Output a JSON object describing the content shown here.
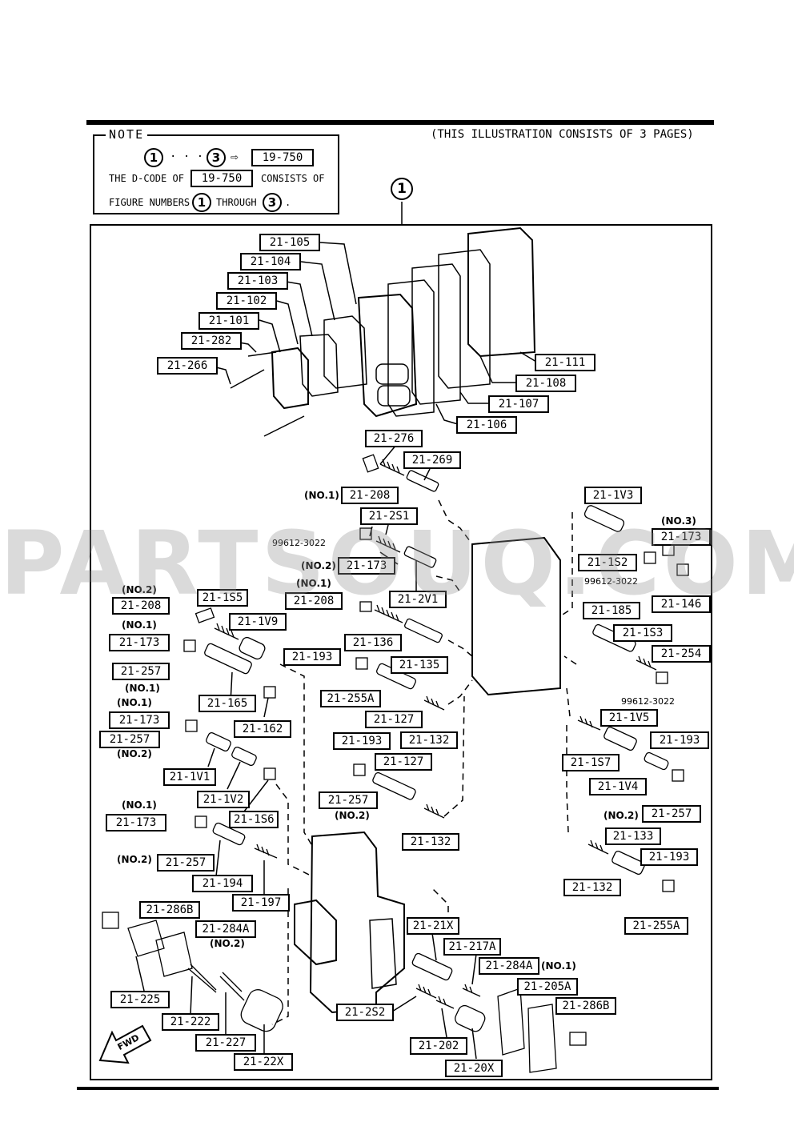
{
  "note": {
    "title": "NOTE",
    "circle1": "1",
    "dots": "· · ·",
    "circle3": "3",
    "arrow": "⇨",
    "code": "19-750",
    "line2_a": "THE D-CODE OF",
    "line2_code": "19-750",
    "line2_b": "CONSISTS OF",
    "line3_a": "FIGURE NUMBERS",
    "line3_c1": "1",
    "line3_b": "THROUGH",
    "line3_c3": "3",
    "line3_end": "."
  },
  "header": "(THIS ILLUSTRATION CONSISTS OF  3 PAGES)",
  "figure_number": "1",
  "watermark": "PARTSOUQ.COM",
  "fwd_label": "FWD",
  "codes": {
    "c105": "21-105",
    "c104": "21-104",
    "c103": "21-103",
    "c102": "21-102",
    "c101": "21-101",
    "c282": "21-282",
    "c266": "21-266",
    "c111": "21-111",
    "c108": "21-108",
    "c107": "21-107",
    "c106": "21-106",
    "c276": "21-276",
    "c269": "21-269",
    "c208a": "21-208",
    "c2s1": "21-2S1",
    "c173a": "21-173",
    "c2v1": "21-2V1",
    "c208b": "21-208",
    "c208c": "21-208",
    "c1s5": "21-1S5",
    "c1v9": "21-1V9",
    "c136": "21-136",
    "c173b": "21-173",
    "c257a": "21-257",
    "c193a": "21-193",
    "c135": "21-135",
    "c165": "21-165",
    "c255a": "21-255A",
    "c127a": "21-127",
    "c162": "21-162",
    "c173c": "21-173",
    "c257b": "21-257",
    "c132a": "21-132",
    "c193b": "21-193",
    "c127b": "21-127",
    "c1v1": "21-1V1",
    "c1v2": "21-1V2",
    "c257c": "21-257",
    "c1s6": "21-1S6",
    "c132b": "21-132",
    "c173d": "21-173",
    "c257d": "21-257",
    "c194": "21-194",
    "c197": "21-197",
    "c286b_a": "21-286B",
    "c284a_a": "21-284A",
    "c225": "21-225",
    "c222": "21-222",
    "c227": "21-227",
    "c22x": "21-22X",
    "c21x": "21-21X",
    "c217a": "21-217A",
    "c284a_b": "21-284A",
    "c205a": "21-205A",
    "c286b_b": "21-286B",
    "c2s2": "21-2S2",
    "c202": "21-202",
    "c20x": "21-20X",
    "c1v3": "21-1V3",
    "c173e": "21-173",
    "c1s2": "21-1S2",
    "c146": "21-146",
    "c185": "21-185",
    "c1s3": "21-1S3",
    "c254": "21-254",
    "c1v5": "21-1V5",
    "c193c": "21-193",
    "c1s7": "21-1S7",
    "c1v4": "21-1V4",
    "c257e": "21-257",
    "c133": "21-133",
    "c193d": "21-193",
    "c132c": "21-132",
    "c255a_b": "21-255A"
  },
  "labels": {
    "no1_a": "(NO.1)",
    "no2_a": "(NO.2)",
    "no2_b": "(NO.2)",
    "no1_b": "(NO.1)",
    "no1_c": "(NO.1)",
    "no1_d": "(NO.1)",
    "no1_e": "(NO.1)",
    "no2_c": "(NO.2)",
    "no2_d": "(NO.2)",
    "no1_f": "(NO.1)",
    "no2_e": "(NO.2)",
    "no2_f": "(NO.2)",
    "no1_g": "(NO.1)",
    "no3": "(NO.3)",
    "no2_g": "(NO.2)"
  },
  "part_numbers": {
    "p1": "99612-3022",
    "p2": "99612-3022",
    "p3": "99612-3022"
  }
}
